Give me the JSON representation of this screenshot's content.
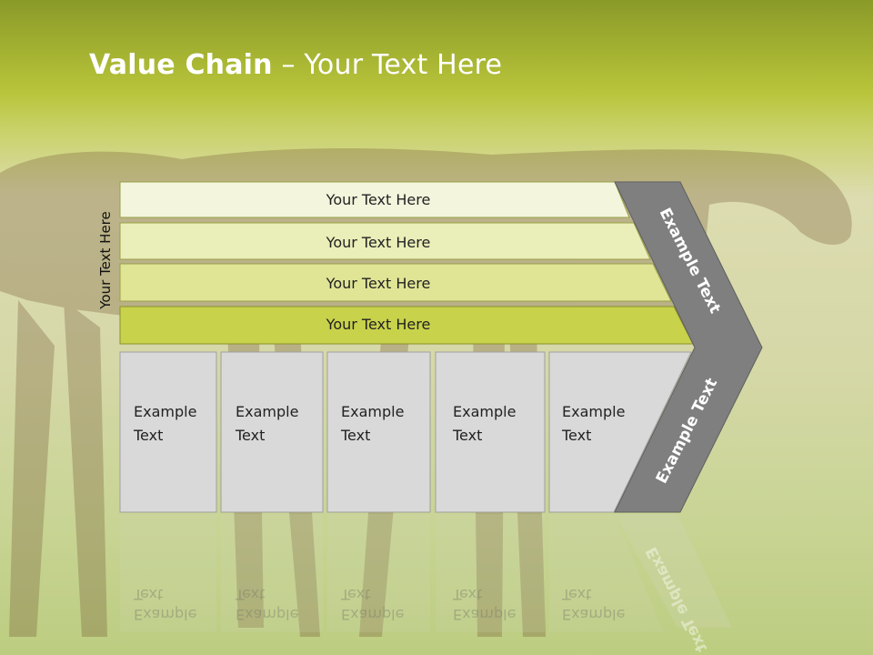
{
  "slide": {
    "title_bold": "Value Chain",
    "title_rest": " – Your Text Here",
    "side_label": "Your Text Here"
  },
  "rows": [
    {
      "label": "Your Text Here"
    },
    {
      "label": "Your Text Here"
    },
    {
      "label": "Your Text Here"
    },
    {
      "label": "Your Text Here"
    }
  ],
  "columns": [
    {
      "line1": "Example",
      "line2": "Text"
    },
    {
      "line1": "Example",
      "line2": "Text"
    },
    {
      "line1": "Example",
      "line2": "Text"
    },
    {
      "line1": "Example",
      "line2": "Text"
    },
    {
      "line1": "Example",
      "line2": "Text"
    }
  ],
  "arrow": {
    "upper_text": "Example Text",
    "lower_text": "Example Text"
  },
  "colors": {
    "title_band": "#a8b52a",
    "row_fills": [
      "#f3f5dc",
      "#eaeeb8",
      "#e0e596",
      "#c8d24a"
    ],
    "column_fill": "#d9d9d9",
    "arrow_fill": "#7f7f7f"
  }
}
